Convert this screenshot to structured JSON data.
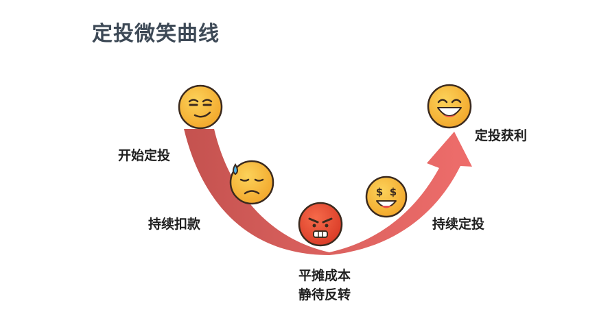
{
  "title": "定投微笑曲线",
  "stages": {
    "start": "开始定投",
    "continue_deduct": "持续扣款",
    "bottom_line1": "平摊成本",
    "bottom_line2": "静待反转",
    "continue_invest": "持续定投",
    "profit": "定投获利"
  },
  "colors": {
    "curve_dark": "#b94a48",
    "curve_light": "#e86a6a",
    "face_yellow": "#f7b733",
    "face_red": "#e8442f",
    "title": "#3d4956"
  },
  "icons": [
    "smirk-face-icon",
    "sad-sweat-face-icon",
    "angry-face-icon",
    "money-eyes-face-icon",
    "big-smile-face-icon"
  ]
}
